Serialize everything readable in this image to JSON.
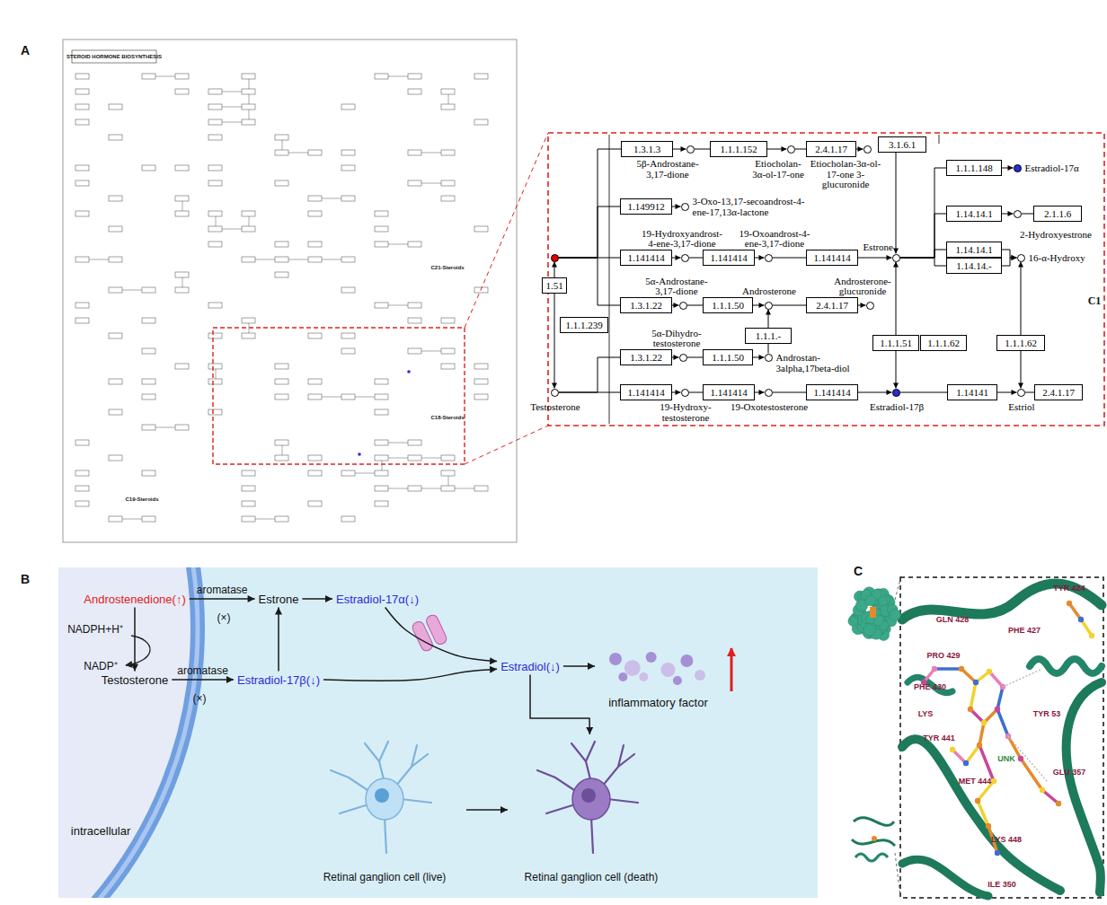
{
  "diagram": {
    "nodes": [
      {
        "text": []
      },
      {
        "text": [
          "1.3.1.3"
        ]
      },
      {
        "text": [
          "5β-Androstane-3,17-dione"
        ]
      },
      {
        "text": [
          "1.1.1.152"
        ]
      },
      {
        "text": [
          "Etiocholan-3α-ol-17-one"
        ]
      },
      {
        "text": [
          "2.4.1.17"
        ]
      },
      {
        "text": [
          "Etiocholan-3α-ol-17-one 3-glucuronide"
        ]
      },
      {
        "text": [
          "3.1.6.1"
        ]
      },
      {
        "text": [
          "1.1.1.148"
        ]
      },
      {
        "text": [
          "Estradiol-17α"
        ]
      },
      {
        "text": [
          "1.149912"
        ]
      },
      {
        "text": [
          "3-Oxo-13,17-secoandrost-4-ene-17,13α-lactone"
        ]
      },
      {
        "text": [
          "1.14.14.1"
        ]
      },
      {
        "text": [
          "2-Hydroxyestrone"
        ]
      },
      {
        "text": [
          "2.1.1.6"
        ]
      },
      {
        "text": [
          "1.141414"
        ]
      },
      {
        "text": [
          "19-Hydroxyandrost-4-ene-3,17-dione"
        ]
      },
      {
        "text": [
          "1.141414"
        ]
      },
      {
        "text": [
          "19-Oxoandrost-4-ene-3,17-dione"
        ]
      },
      {
        "text": [
          "1.141414"
        ]
      },
      {
        "text": [
          "Estrone"
        ]
      },
      {
        "text": [
          "1.14.14.1"
        ]
      },
      {
        "text": [
          "1.14.14.-"
        ]
      },
      {
        "text": [
          "16-α-Hydroxy"
        ]
      },
      {
        "text": [
          "1.3.1.22"
        ]
      },
      {
        "text": [
          "5α-Androstane-3,17-dione"
        ]
      },
      {
        "text": [
          "1.1.1.50"
        ]
      },
      {
        "text": [
          "Androsterone"
        ]
      },
      {
        "text": [
          "2.4.1.17"
        ]
      },
      {
        "text": [
          "Androsterone-glucuronide"
        ]
      },
      {
        "text": [
          "1.1.1.-"
        ]
      },
      {
        "text": [
          "1.51"
        ]
      },
      {
        "text": [
          "1.1.1.239"
        ]
      },
      {
        "text": [
          "1.3.1.22"
        ]
      },
      {
        "text": [
          "5α-Dihydro-testosterone"
        ]
      },
      {
        "text": [
          "1.1.1.50"
        ]
      },
      {
        "text": [
          "Androstan-3alpha,17beta-diol"
        ]
      },
      {
        "text": [
          "1.1.1.51"
        ]
      },
      {
        "text": [
          "1.1.1.62"
        ]
      },
      {
        "text": [
          "1.1.1.62"
        ]
      },
      {
        "text": [
          "Testosterone"
        ]
      },
      {
        "text": [
          "1.141414"
        ]
      },
      {
        "text": [
          "19-Hydroxy-testosterone"
        ]
      },
      {
        "text": [
          "1.141414"
        ]
      },
      {
        "text": [
          "19-Oxotestosterone"
        ]
      },
      {
        "text": [
          "1.141414"
        ]
      },
      {
        "text": [
          "Estradiol-17β"
        ]
      },
      {
        "text": [
          "1.14141"
        ]
      },
      {
        "text": [
          "Estriol"
        ]
      },
      {
        "text": [
          "2.4.1.17"
        ]
      },
      {
        "text": [
          "Androstenedione(↑)"
        ]
      },
      {
        "text": [
          "Estrone"
        ]
      },
      {
        "text": [
          "Estradiol-17α(↓)"
        ]
      },
      {
        "text": [
          "Testosterone"
        ]
      },
      {
        "text": [
          "Estradiol-17β(↓)"
        ]
      },
      {
        "text": [
          "Estradiol(↓)"
        ]
      },
      {
        "text": [
          "inflammatory factor"
        ]
      },
      {
        "text": [
          "Retinal ganglion cell (live)"
        ]
      },
      {
        "text": [
          "Retinal ganglion cell (death)"
        ]
      }
    ],
    "edges": [
      {
        "from": 31,
        "to": 0,
        "arrow": "to"
      },
      {
        "from": 31,
        "to": 40,
        "arrow": "to"
      },
      {
        "from": 0,
        "to": 1,
        "arrow": "none"
      },
      {
        "from": 0,
        "to": 10,
        "arrow": "none"
      },
      {
        "from": 0,
        "to": 15,
        "arrow": "none"
      },
      {
        "from": 0,
        "to": 24,
        "arrow": "none"
      },
      {
        "from": 1,
        "to": 2,
        "arrow": "to"
      },
      {
        "from": 2,
        "to": 3,
        "arrow": "none"
      },
      {
        "from": 3,
        "to": 4,
        "arrow": "to"
      },
      {
        "from": 4,
        "to": 5,
        "arrow": "none"
      },
      {
        "from": 5,
        "to": 6,
        "arrow": "to"
      },
      {
        "from": 10,
        "to": 11,
        "arrow": "to"
      },
      {
        "from": 15,
        "to": 16,
        "arrow": "to"
      },
      {
        "from": 16,
        "to": 17,
        "arrow": "none"
      },
      {
        "from": 17,
        "to": 18,
        "arrow": "to"
      },
      {
        "from": 18,
        "to": 19,
        "arrow": "none"
      },
      {
        "from": 19,
        "to": 20,
        "arrow": "to"
      },
      {
        "from": 24,
        "to": 25,
        "arrow": "to"
      },
      {
        "from": 25,
        "to": 26,
        "arrow": "none"
      },
      {
        "from": 26,
        "to": 27,
        "arrow": "to"
      },
      {
        "from": 27,
        "to": 28,
        "arrow": "none"
      },
      {
        "from": 28,
        "to": 29,
        "arrow": "to"
      },
      {
        "from": 36,
        "to": 30,
        "arrow": "none"
      },
      {
        "from": 30,
        "to": 27,
        "arrow": "to"
      },
      {
        "from": 40,
        "to": 33,
        "arrow": "none"
      },
      {
        "from": 33,
        "to": 34,
        "arrow": "to"
      },
      {
        "from": 34,
        "to": 35,
        "arrow": "none"
      },
      {
        "from": 35,
        "to": 36,
        "arrow": "to"
      },
      {
        "from": 40,
        "to": 41,
        "arrow": "none"
      },
      {
        "from": 41,
        "to": 42,
        "arrow": "to"
      },
      {
        "from": 42,
        "to": 43,
        "arrow": "none"
      },
      {
        "from": 43,
        "to": 44,
        "arrow": "to"
      },
      {
        "from": 44,
        "to": 45,
        "arrow": "none"
      },
      {
        "from": 45,
        "to": 46,
        "arrow": "to"
      },
      {
        "from": 7,
        "to": 20,
        "arrow": "to"
      },
      {
        "from": 37,
        "to": 20,
        "arrow": "to"
      },
      {
        "from": 37,
        "to": 46,
        "arrow": "to"
      },
      {
        "from": 20,
        "to": 8,
        "arrow": "none"
      },
      {
        "from": 8,
        "to": 9,
        "arrow": "to"
      },
      {
        "from": 20,
        "to": 12,
        "arrow": "none"
      },
      {
        "from": 12,
        "to": 13,
        "arrow": "to"
      },
      {
        "from": 13,
        "to": 14,
        "arrow": "none"
      },
      {
        "from": 20,
        "to": 21,
        "arrow": "none"
      },
      {
        "from": 20,
        "to": 22,
        "arrow": "none"
      },
      {
        "from": 21,
        "to": 23,
        "arrow": "to"
      },
      {
        "from": 22,
        "to": 23,
        "arrow": "to"
      },
      {
        "from": 39,
        "to": 23,
        "arrow": "to"
      },
      {
        "from": 39,
        "to": 48,
        "arrow": "to"
      },
      {
        "from": 46,
        "to": 47,
        "arrow": "none"
      },
      {
        "from": 47,
        "to": 48,
        "arrow": "to"
      },
      {
        "from": 48,
        "to": 49,
        "arrow": "none"
      },
      {
        "from": 50,
        "to": 51,
        "label": "aromatase",
        "arrow": "to"
      },
      {
        "from": 53,
        "to": 54,
        "label": "aromatase",
        "arrow": "to"
      },
      {
        "from": 50,
        "to": 53,
        "arrow": "to"
      },
      {
        "from": 54,
        "to": 51,
        "arrow": "to"
      },
      {
        "from": 51,
        "to": 52,
        "arrow": "to"
      },
      {
        "from": 52,
        "to": 55,
        "arrow": "to"
      },
      {
        "from": 54,
        "to": 55,
        "arrow": "to"
      },
      {
        "from": 55,
        "to": 56,
        "arrow": "to"
      },
      {
        "from": 55,
        "to": 58,
        "arrow": "to"
      },
      {
        "from": 57,
        "to": 58,
        "arrow": "to"
      }
    ],
    "labels": [
      "A",
      "STEROID HORMONE BIOSYNTHESIS",
      "C21-Steroids",
      "C18-Steroids",
      "C19-Steroids",
      "C1",
      "B",
      "NADPH+H⁺",
      "NADP⁺",
      "(×)",
      "(×)",
      "intracellular",
      "C",
      "TYR 424",
      "GLN 428",
      "PHE 427",
      "PRO 429",
      "PHE 430",
      "LYS",
      "TYR 441",
      "UNK",
      "TYR 53",
      "MET 444",
      "GLU 357",
      "LYS 448",
      "ILE 350"
    ]
  }
}
